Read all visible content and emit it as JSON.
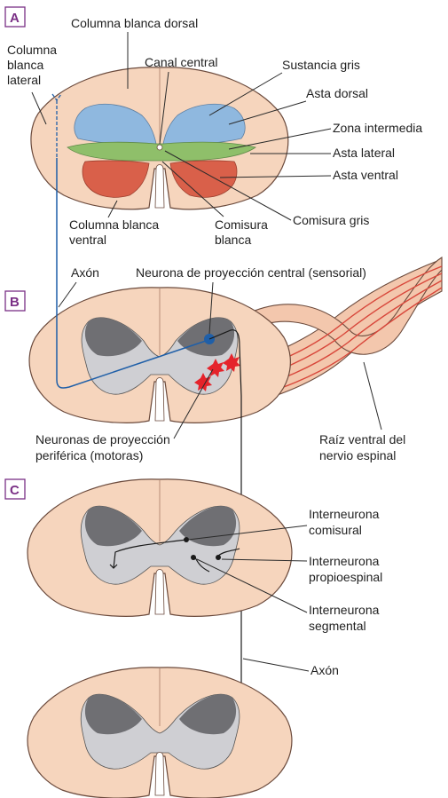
{
  "panels": {
    "a": "A",
    "b": "B",
    "c": "C"
  },
  "panel_a_labels": {
    "dorsal_white": "Columna blanca dorsal",
    "lateral_white": [
      "Columna",
      "blanca",
      "lateral"
    ],
    "central_canal": "Canal central",
    "gray_matter": "Sustancia gris",
    "dorsal_horn": "Asta dorsal",
    "intermediate_zone": "Zona intermedia",
    "lateral_horn": "Asta lateral",
    "ventral_horn": "Asta ventral",
    "ventral_white": [
      "Columna blanca",
      "ventral"
    ],
    "white_commissure": [
      "Comisura",
      "blanca"
    ],
    "gray_commissure": "Comisura gris"
  },
  "panel_b_labels": {
    "axon": "Axón",
    "central_projection": "Neurona de proyección central (sensorial)",
    "peripheral_projection": [
      "Neuronas de proyección",
      "periférica (motoras)"
    ],
    "ventral_root": [
      "Raíz ventral del",
      "nervio espinal"
    ]
  },
  "panel_c_labels": {
    "commissural": [
      "Interneurona",
      "comisural"
    ],
    "propriospinal": [
      "Interneurona",
      "propioespinal"
    ],
    "segmental": [
      "Interneurona",
      "segmental"
    ],
    "axon": "Axón"
  },
  "colors": {
    "white_matter": "#f6d5bd",
    "cord_outline": "#6b4a3c",
    "dorsal_horn": "#8fb8df",
    "intermediate": "#8fbf6a",
    "ventral_horn": "#d9604a",
    "gray_dark": "#6f6f73",
    "gray_light": "#cfcfd3",
    "neuron_blue": "#1f5fa8",
    "motor_red": "#e5232b",
    "root_fill": "#f3c7ad",
    "root_fiber": "#d8463a",
    "panel_letter": "#7a2f85"
  }
}
